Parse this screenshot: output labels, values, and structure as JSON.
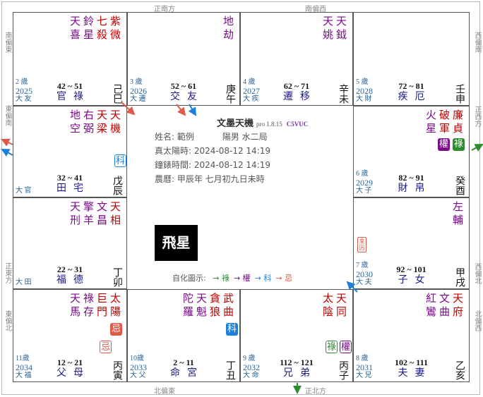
{
  "directions": {
    "top": [
      "正南方",
      "南偏西"
    ],
    "bottom": [
      "北偏東",
      "正北方"
    ],
    "left": [
      "南偏東",
      "東偏南",
      "正東方",
      "東偏北"
    ],
    "right": [
      "西偏南",
      "正西方",
      "西偏北",
      "北偏西"
    ]
  },
  "center": {
    "app_title": "文墨天機",
    "version": "pro 1.8.15",
    "code": "C5VUC",
    "name_line": "姓名: 範例",
    "gender_bureau": "陽男 水二局",
    "true_solar_time": "真太陽時: 2024-08-12 14:19",
    "clock_time": "鐘錶時間: 2024-08-12 14:19",
    "lunar_date": "農曆: 甲辰年 七月初九日未時",
    "badge": "飛星",
    "legend_label": "自化圖示:",
    "legend": [
      {
        "arrow": "→",
        "label": "祿",
        "color": "#2e8b2e"
      },
      {
        "arrow": "→",
        "label": "權",
        "color": "#7a0a8a"
      },
      {
        "arrow": "→",
        "label": "科",
        "color": "#1e7fd8"
      },
      {
        "arrow": "→",
        "label": "忌",
        "color": "#e05a4a"
      }
    ]
  },
  "palaces": [
    {
      "id": "si",
      "stars": [
        {
          "t": "紫微",
          "k": "major"
        },
        {
          "t": "七殺",
          "k": "major"
        },
        {
          "t": "鈴星",
          "k": "minor"
        },
        {
          "t": "天喜",
          "k": "minor"
        }
      ],
      "age": "2 歲",
      "year": "2025",
      "da": "大 友",
      "range": "42 ~ 51",
      "name": "官祿",
      "gan": "己",
      "zhi": "巳"
    },
    {
      "id": "wu",
      "stars": [
        {
          "t": "地劫",
          "k": "minor"
        }
      ],
      "age": "3 歲",
      "year": "2026",
      "da": "大 遷",
      "range": "52 ~ 61",
      "name": "交友",
      "gan": "庚",
      "zhi": "午"
    },
    {
      "id": "wei",
      "stars": [
        {
          "t": "天鉞",
          "k": "minor"
        },
        {
          "t": "天姚",
          "k": "minor"
        }
      ],
      "age": "4 歲",
      "year": "2027",
      "da": "大 疾",
      "range": "62 ~ 71",
      "name": "遷移",
      "gan": "辛",
      "zhi": "未"
    },
    {
      "id": "shen",
      "stars": [],
      "age": "5 歲",
      "year": "2028",
      "da": "大 財",
      "range": "72 ~ 81",
      "name": "疾厄",
      "gan": "壬",
      "zhi": "申"
    },
    {
      "id": "chen",
      "stars": [
        {
          "t": "天機",
          "k": "major"
        },
        {
          "t": "天梁",
          "k": "major"
        },
        {
          "t": "右弼",
          "k": "minor"
        },
        {
          "t": "地空",
          "k": "minor"
        }
      ],
      "age": "",
      "year": "",
      "da": "大 官",
      "range": "32 ~ 41",
      "name": "田宅",
      "gan": "戊",
      "zhi": "辰",
      "hua": [
        {
          "t": "科",
          "style": "outline",
          "color": "#1e7fd8"
        }
      ]
    },
    {
      "id": "you",
      "stars": [
        {
          "t": "廉貞",
          "k": "major"
        },
        {
          "t": "破軍",
          "k": "major"
        },
        {
          "t": "火星",
          "k": "minor"
        }
      ],
      "age": "6 歲",
      "year": "2029",
      "da": "大 子",
      "range": "82 ~ 91",
      "name": "財帛",
      "gan": "癸",
      "zhi": "酉",
      "hua": [
        {
          "t": "權",
          "style": "solid",
          "color": "#7a0a8a"
        },
        {
          "t": "祿",
          "style": "solid",
          "color": "#2e8b2e"
        }
      ]
    },
    {
      "id": "mao",
      "stars": [
        {
          "t": "天相",
          "k": "major"
        },
        {
          "t": "文昌",
          "k": "minor"
        },
        {
          "t": "擎羊",
          "k": "minor"
        },
        {
          "t": "天刑",
          "k": "minor"
        }
      ],
      "age": "",
      "year": "",
      "da": "大 田",
      "range": "22 ~ 31",
      "name": "福德",
      "gan": "丁",
      "zhi": "卯"
    },
    {
      "id": "xu",
      "stars": [
        {
          "t": "左輔",
          "k": "minor"
        }
      ],
      "age": "7 歲",
      "year": "2030",
      "da": "大 夫",
      "range": "92 ~ 101",
      "name": "子女",
      "gan": "甲",
      "zhi": "戌",
      "seal": "來因"
    },
    {
      "id": "yin",
      "stars": [
        {
          "t": "太陽",
          "k": "major"
        },
        {
          "t": "巨門",
          "k": "major"
        },
        {
          "t": "祿存",
          "k": "minor"
        },
        {
          "t": "天馬",
          "k": "minor"
        }
      ],
      "age": "11歲",
      "year": "2034",
      "da": "大 福",
      "range": "12 ~ 21",
      "name": "父母",
      "gan": "丙",
      "zhi": "寅",
      "hua": [
        {
          "t": "忌",
          "style": "solid",
          "color": "#e05a4a"
        },
        {
          "t": "忌",
          "style": "outline",
          "color": "#e05a4a"
        }
      ]
    },
    {
      "id": "chou",
      "stars": [
        {
          "t": "武曲",
          "k": "major"
        },
        {
          "t": "貪狼",
          "k": "major"
        },
        {
          "t": "天魁",
          "k": "minor"
        },
        {
          "t": "陀羅",
          "k": "minor"
        }
      ],
      "age": "10歲",
      "year": "2033",
      "da": "大 父",
      "range": "2 ~ 11",
      "name": "命宮",
      "gan": "丁",
      "zhi": "丑",
      "hua": [
        {
          "t": "科",
          "style": "solid",
          "color": "#1e7fd8"
        }
      ]
    },
    {
      "id": "zi",
      "stars": [
        {
          "t": "天同",
          "k": "major"
        },
        {
          "t": "太陰",
          "k": "major"
        }
      ],
      "age": "9 歲",
      "year": "2032",
      "da": "大 命",
      "range": "112 ~ 121",
      "name": "兄弟",
      "gan": "丙",
      "zhi": "子",
      "hua": [
        {
          "t": "祿",
          "style": "outline",
          "color": "#2e8b2e"
        },
        {
          "t": "權",
          "style": "outline",
          "color": "#7a0a8a"
        }
      ]
    },
    {
      "id": "hai",
      "stars": [
        {
          "t": "天府",
          "k": "major"
        },
        {
          "t": "文曲",
          "k": "minor"
        },
        {
          "t": "紅鸞",
          "k": "minor"
        }
      ],
      "age": "8 歲",
      "year": "2031",
      "da": "大 兄",
      "range": "102 ~ 111",
      "name": "夫妻",
      "gan": "乙",
      "zhi": "亥"
    }
  ],
  "colors": {
    "major": "#c00000",
    "minor": "#7a0a8a",
    "lu": "#2e8b2e",
    "quan": "#7a0a8a",
    "ke": "#1e7fd8",
    "ji": "#e05a4a",
    "age": "#2a6496",
    "palace": "#1a1a8a"
  }
}
